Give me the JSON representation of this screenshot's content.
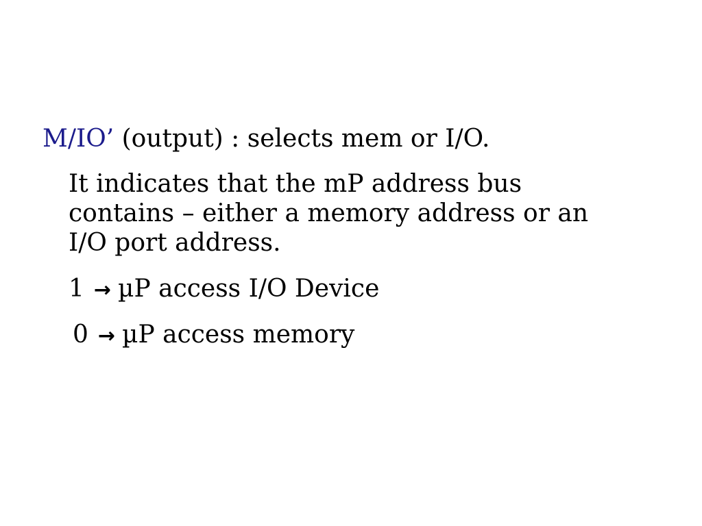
{
  "slide": {
    "heading": {
      "term": "M/IO’",
      "rest": " (output) : selects mem or I/O."
    },
    "description_lines": [
      "It indicates that the mP address bus",
      "contains – either a memory address or an",
      "I/O port address."
    ],
    "cases": [
      {
        "value": "1",
        "arrow": "→",
        "text": "µP access I/O Device"
      },
      {
        "value": "0",
        "arrow": "→",
        "text": "µP access memory"
      }
    ]
  }
}
